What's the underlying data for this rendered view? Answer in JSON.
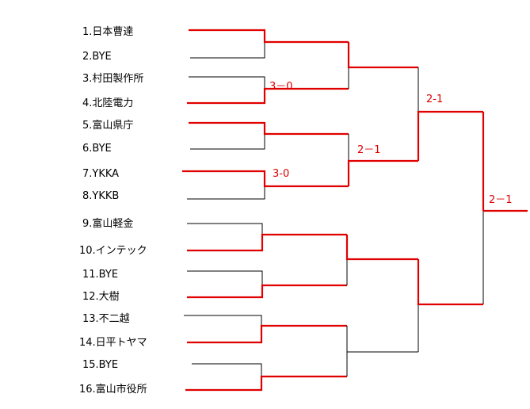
{
  "teams": [
    {
      "label": "1.日本曹達"
    },
    {
      "label": "2.BYE"
    },
    {
      "label": "3.村田製作所"
    },
    {
      "label": "4.北陸電力"
    },
    {
      "label": "5.富山県庁"
    },
    {
      "label": "6.BYE"
    },
    {
      "label": "7.YKKA"
    },
    {
      "label": "8.YKKB"
    },
    {
      "label": "9.富山軽金"
    },
    {
      "label": "10.インテック"
    },
    {
      "label": "11.BYE"
    },
    {
      "label": "12.大樹"
    },
    {
      "label": "13.不二越"
    },
    {
      "label": "14.日平トヤマ"
    },
    {
      "label": "15.BYE"
    },
    {
      "label": "16.富山市役所"
    }
  ],
  "scores": {
    "qf1": "3－0",
    "qf2": "3-0",
    "sf1": "2－1",
    "final_left": "2-1",
    "champion": "2－1"
  },
  "colors": {
    "winner_line": "#e00000",
    "loser_line": "#000000",
    "score_text": "#e00000"
  }
}
